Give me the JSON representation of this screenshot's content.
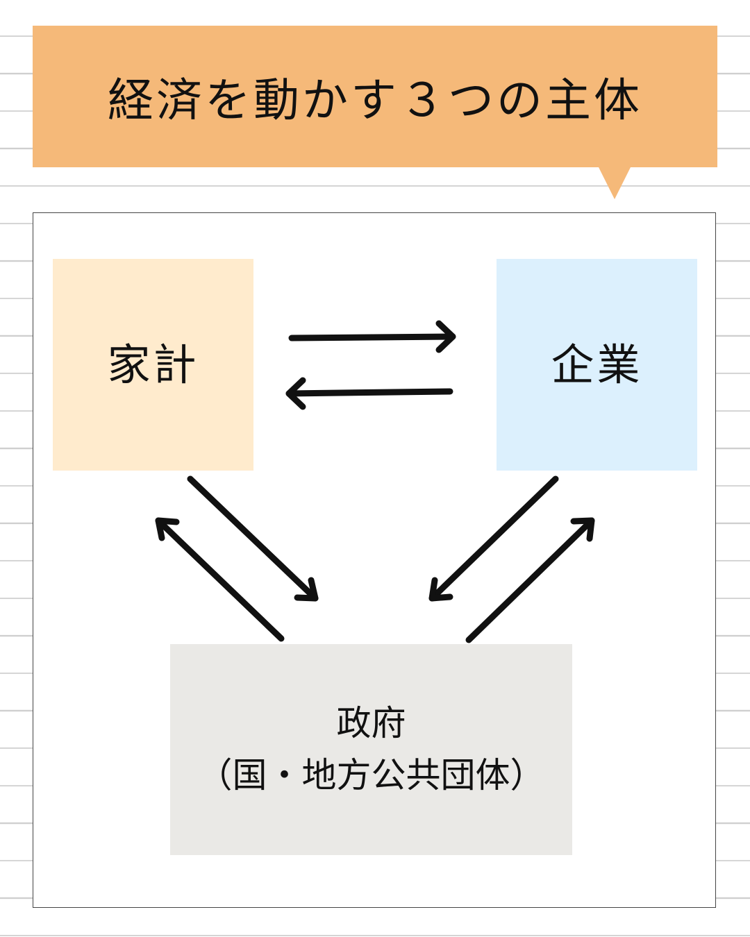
{
  "title": "経済を動かす３つの主体",
  "entities": {
    "household": "家計",
    "firm": "企業",
    "government_line1": "政府",
    "government_line2": "（国・地方公共団体）"
  },
  "colors": {
    "title_bg": "#f5b979",
    "household_bg": "#ffebcd",
    "firm_bg": "#dcf0fd",
    "government_bg": "#eae9e6",
    "arrow": "#111111"
  },
  "flows": [
    {
      "from": "household",
      "to": "firm"
    },
    {
      "from": "firm",
      "to": "household"
    },
    {
      "from": "household",
      "to": "government"
    },
    {
      "from": "government",
      "to": "household"
    },
    {
      "from": "firm",
      "to": "government"
    },
    {
      "from": "government",
      "to": "firm"
    }
  ]
}
